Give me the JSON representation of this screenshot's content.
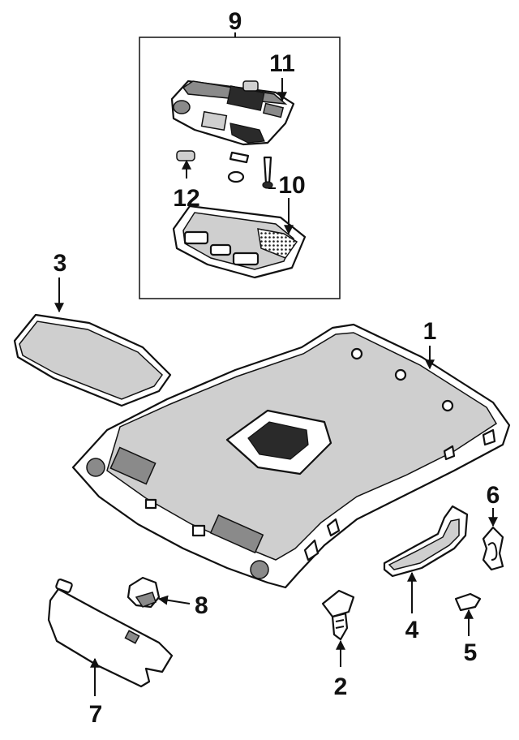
{
  "callouts": {
    "c1": "1",
    "c2": "2",
    "c3": "3",
    "c4": "4",
    "c5": "5",
    "c6": "6",
    "c7": "7",
    "c8": "8",
    "c9": "9",
    "c10": "10",
    "c11": "11",
    "c12": "12"
  },
  "colors": {
    "line": "#111111",
    "shade": "#8a8a8a",
    "background": "#ffffff"
  }
}
